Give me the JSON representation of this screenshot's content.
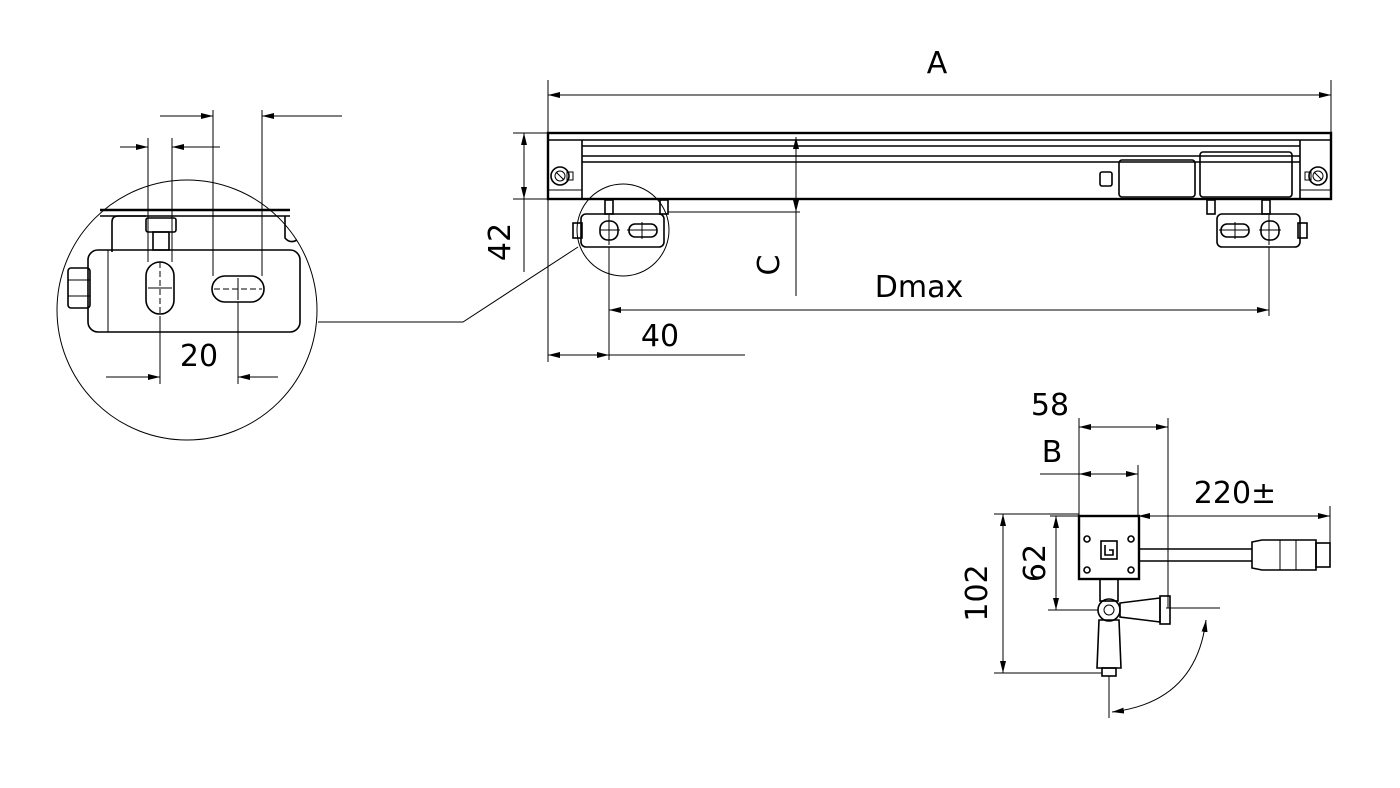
{
  "dimensions": {
    "length_a": "A",
    "height_42": "42",
    "depth_c": "C",
    "distance_dmax": "Dmax",
    "offset_40": "40",
    "slot_20": "20",
    "width_58": "58",
    "width_b": "B",
    "cable_220": "220±",
    "height_62": "62",
    "height_102": "102"
  }
}
